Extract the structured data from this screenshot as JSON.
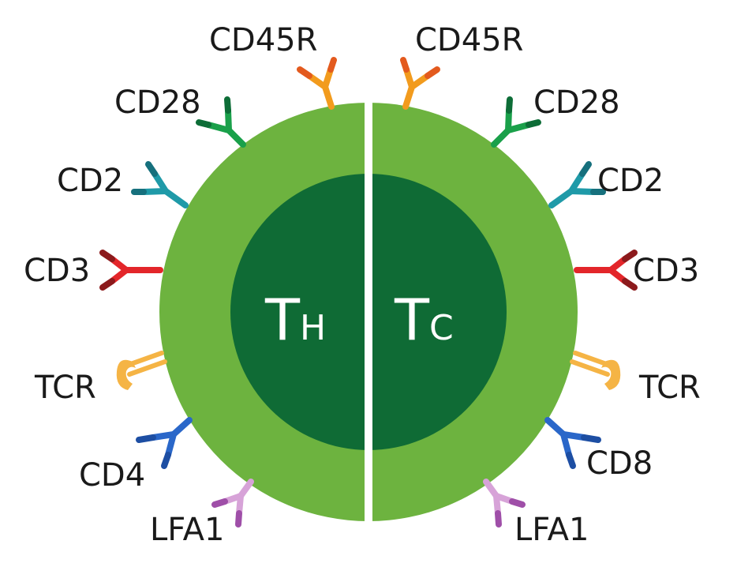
{
  "cells": {
    "left": {
      "letter": "T",
      "sub": "H"
    },
    "right": {
      "letter": "T",
      "sub": "C"
    }
  },
  "left_labels": {
    "cd45r": "CD45R",
    "cd28": "CD28",
    "cd2": "CD2",
    "cd3": "CD3",
    "tcr": "TCR",
    "cd4": "CD4",
    "lfa1": "LFA1"
  },
  "right_labels": {
    "cd45r": "CD45R",
    "cd28": "CD28",
    "cd2": "CD2",
    "cd3": "CD3",
    "tcr": "TCR",
    "cd8": "CD8",
    "lfa1": "LFA1"
  },
  "colors": {
    "outer_ring": "#6db33f",
    "inner_core": "#0f6b35",
    "divider": "#ffffff",
    "cd45r": "#f29b1d",
    "cd45r_tip": "#e35a1e",
    "cd28": "#1aa04a",
    "cd28_tip": "#0d6d37",
    "cd2": "#1f9aa8",
    "cd2_tip": "#16707d",
    "cd3": "#e3262a",
    "cd3_tip": "#8c1a1c",
    "tcr": "#f5b445",
    "cd4": "#2a67c9",
    "cd4_tip": "#1d4ea3",
    "lfa1": "#d7a3d8",
    "lfa1_tip": "#9f4fa8"
  }
}
